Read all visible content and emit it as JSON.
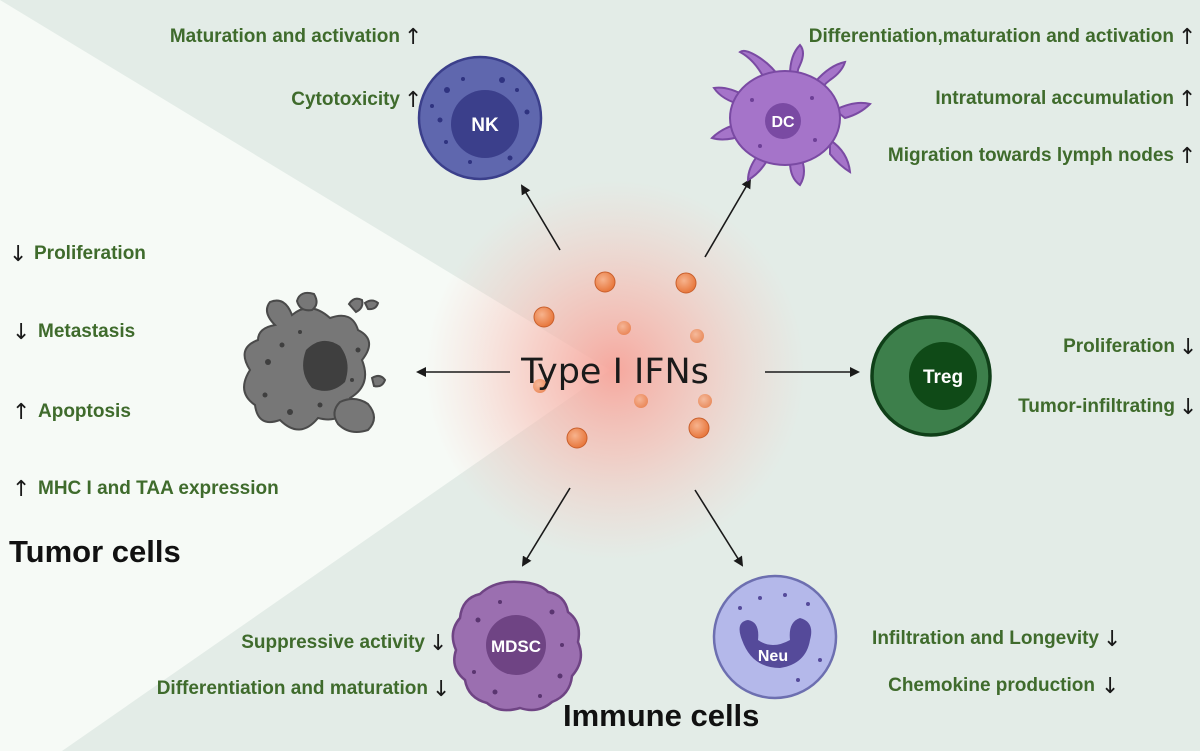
{
  "center": {
    "label": "Type I IFNs"
  },
  "section_labels": {
    "tumor": "Tumor cells",
    "immune": "Immune cells"
  },
  "cells": {
    "nk": {
      "label": "NK",
      "color": "#5f67ae",
      "nucleus_color": "#3b3f8b"
    },
    "dc": {
      "label": "DC",
      "color": "#a574c9",
      "nucleus_color": "#7a4aa3"
    },
    "treg": {
      "label": "Treg",
      "color": "#3d7f4b",
      "nucleus_color": "#0f4a17"
    },
    "mdsc": {
      "label": "MDSC",
      "color": "#9b6fb0",
      "nucleus_color": "#6f4484"
    },
    "neu": {
      "label": "Neu",
      "color": "#b4b8ea",
      "nucleus_color": "#554a9a"
    },
    "tumor": {
      "color": "#777777",
      "nucleus_color": "#3f3f3f"
    }
  },
  "effects": {
    "nk": [
      {
        "text": "Maturation and activation",
        "arrow": "↑"
      },
      {
        "text": "Cytotoxicity",
        "arrow": "↑"
      }
    ],
    "dc": [
      {
        "text": "Differentiation,maturation and activation",
        "arrow": "↑"
      },
      {
        "text": "Intratumoral accumulation",
        "arrow": "↑"
      },
      {
        "text": "Migration towards lymph nodes",
        "arrow": "↑"
      }
    ],
    "treg": [
      {
        "text": "Proliferation",
        "arrow": "↓"
      },
      {
        "text": "Tumor-infiltrating",
        "arrow": "↓"
      }
    ],
    "mdsc": [
      {
        "text": "Suppressive activity",
        "arrow": "↓"
      },
      {
        "text": "Differentiation and maturation",
        "arrow": "↓"
      }
    ],
    "neu": [
      {
        "text": "Infiltration and Longevity",
        "arrow": "↓"
      },
      {
        "text": "Chemokine production",
        "arrow": "↓"
      }
    ],
    "tumor": [
      {
        "text": "Proliferation",
        "arrow": "↓"
      },
      {
        "text": "Metastasis",
        "arrow": "↓"
      },
      {
        "text": "Apoptosis",
        "arrow": "↑"
      },
      {
        "text": "MHC I and TAA expression",
        "arrow": "↑"
      }
    ]
  },
  "colors": {
    "effect_text": "#3f6b2c",
    "background": "#e3ece7",
    "tumor_panel": "#f6faf6",
    "glow": "#f7a49a",
    "ifn_particle": "#f08c5a"
  }
}
